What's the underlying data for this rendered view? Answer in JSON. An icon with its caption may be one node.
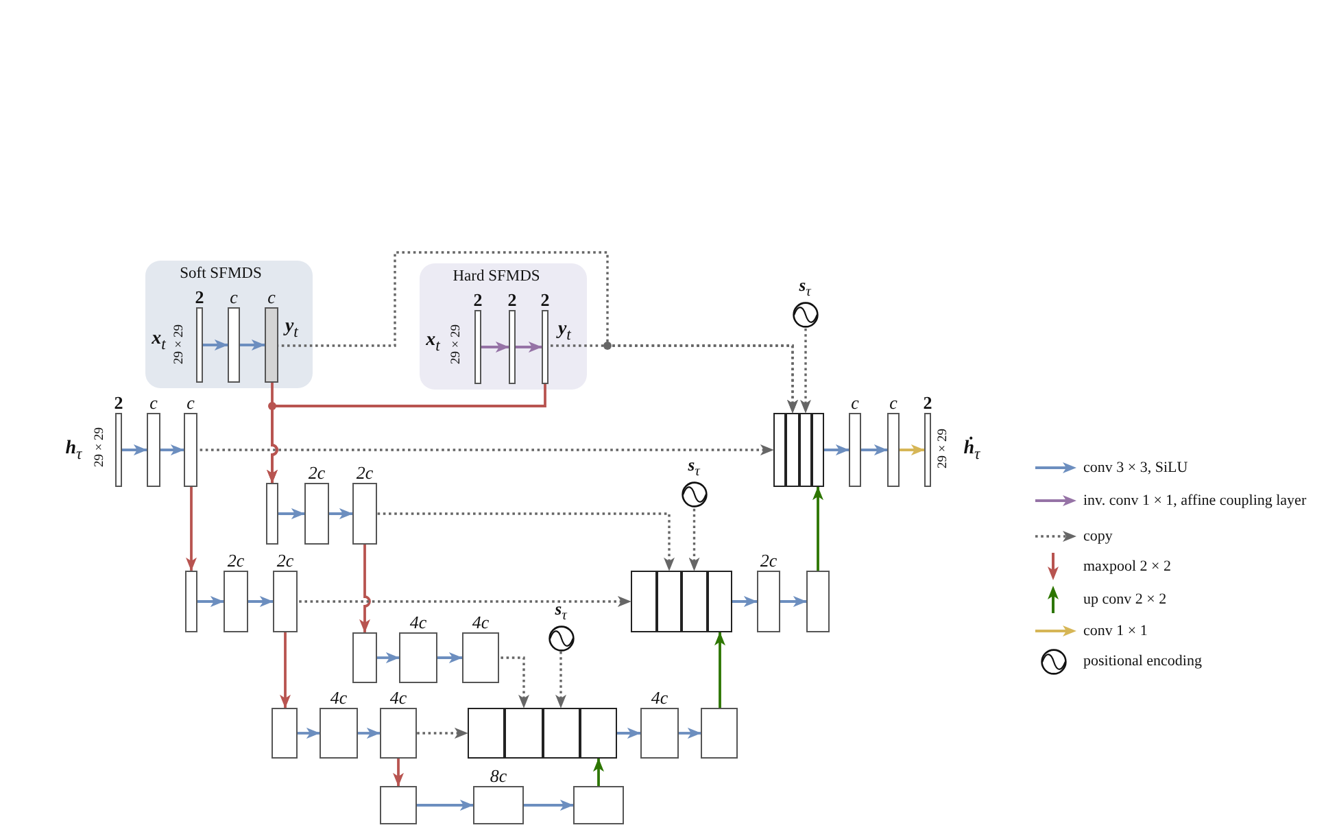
{
  "diagram": {
    "nodes": [
      {
        "text": [
          "Soft SFMDS"
        ]
      },
      {
        "text": [
          "2"
        ],
        "in": 0,
        "beside": [
          "**x**$_{t}$",
          "29 × 29"
        ]
      },
      {
        "text": [
          "c"
        ],
        "in": 0
      },
      {
        "text": [
          "c"
        ],
        "in": 0,
        "beside": [
          "**y**$_{t}$"
        ]
      },
      {
        "text": [
          "Hard SFMDS"
        ]
      },
      {
        "text": [
          "2"
        ],
        "in": 4,
        "beside": [
          "**x**$_{t}$",
          "29 × 29"
        ]
      },
      {
        "text": [
          "2"
        ],
        "in": 4
      },
      {
        "text": [
          "2"
        ],
        "in": 4,
        "beside": [
          "**y**$_{t}$"
        ]
      },
      {
        "text": [
          "**s**$_{τ}$"
        ]
      },
      {
        "text": [
          "2"
        ],
        "beside": [
          "**h**$_{τ}$",
          "29 × 29"
        ]
      },
      {
        "text": [
          "c"
        ]
      },
      {
        "text": [
          "c"
        ]
      },
      {
        "text": [],
        "shape": "box"
      },
      {
        "text": [],
        "shape": "box"
      },
      {
        "text": [],
        "shape": "box"
      },
      {
        "text": [],
        "shape": "box"
      },
      {
        "text": [
          "c"
        ]
      },
      {
        "text": [
          "c"
        ]
      },
      {
        "text": [
          "2"
        ],
        "beside": [
          "29 × 29",
          "**ḣ**$_{τ}$"
        ]
      },
      {
        "text": [],
        "shape": "box"
      },
      {
        "text": [
          "2c"
        ]
      },
      {
        "text": [
          "2c"
        ]
      },
      {
        "text": [
          "**s**$_{τ}$"
        ]
      },
      {
        "text": [],
        "shape": "box"
      },
      {
        "text": [
          "2c"
        ]
      },
      {
        "text": [
          "2c"
        ]
      },
      {
        "text": [],
        "shape": "box"
      },
      {
        "text": [],
        "shape": "box"
      },
      {
        "text": [],
        "shape": "box"
      },
      {
        "text": [],
        "shape": "box"
      },
      {
        "text": [
          "2c"
        ]
      },
      {
        "text": [],
        "shape": "box"
      },
      {
        "text": [],
        "shape": "box"
      },
      {
        "text": [
          "4c"
        ]
      },
      {
        "text": [
          "4c"
        ]
      },
      {
        "text": [
          "**s**$_{τ}$"
        ]
      },
      {
        "text": [],
        "shape": "box"
      },
      {
        "text": [
          "4c"
        ]
      },
      {
        "text": [
          "4c"
        ]
      },
      {
        "text": [],
        "shape": "box"
      },
      {
        "text": [],
        "shape": "box"
      },
      {
        "text": [],
        "shape": "box"
      },
      {
        "text": [],
        "shape": "box"
      },
      {
        "text": [
          "4c"
        ]
      },
      {
        "text": [],
        "shape": "box"
      },
      {
        "text": [],
        "shape": "box"
      },
      {
        "text": [
          "8c"
        ]
      },
      {
        "text": [],
        "shape": "box"
      }
    ],
    "edges": [
      {
        "from": 1,
        "to": 2,
        "arrow": "to"
      },
      {
        "from": 2,
        "to": 3,
        "arrow": "to"
      },
      {
        "from": 5,
        "to": 6,
        "arrow": "to",
        "color": "#9673a6"
      },
      {
        "from": 6,
        "to": 7,
        "arrow": "to",
        "color": "#9673a6"
      },
      {
        "from": 3,
        "to": 13,
        "arrow": "to",
        "style": "dashed",
        "color": "#666666"
      },
      {
        "from": 7,
        "to": 13,
        "arrow": "to",
        "style": "dashed",
        "color": "#666666"
      },
      {
        "from": 8,
        "to": 14,
        "arrow": "to",
        "style": "dashed",
        "color": "#666666"
      },
      {
        "from": 9,
        "to": 10,
        "arrow": "to"
      },
      {
        "from": 10,
        "to": 11,
        "arrow": "to"
      },
      {
        "from": 11,
        "to": 12,
        "arrow": "to",
        "style": "dashed",
        "color": "#666666"
      },
      {
        "from": 15,
        "to": 16,
        "arrow": "to"
      },
      {
        "from": 16,
        "to": 17,
        "arrow": "to"
      },
      {
        "from": 17,
        "to": 18,
        "arrow": "to",
        "color": "#d6b656"
      },
      {
        "from": 3,
        "to": 19,
        "arrow": "to",
        "color": "#b85450"
      },
      {
        "from": 7,
        "to": 19,
        "arrow": "to",
        "color": "#b85450"
      },
      {
        "from": 11,
        "to": 23,
        "arrow": "to",
        "color": "#b85450"
      },
      {
        "from": 19,
        "to": 20,
        "arrow": "to"
      },
      {
        "from": 20,
        "to": 21,
        "arrow": "to"
      },
      {
        "from": 21,
        "to": 27,
        "arrow": "to",
        "style": "dashed",
        "color": "#666666"
      },
      {
        "from": 22,
        "to": 28,
        "arrow": "to",
        "style": "dashed",
        "color": "#666666"
      },
      {
        "from": 21,
        "to": 32,
        "arrow": "to",
        "color": "#b85450"
      },
      {
        "from": 23,
        "to": 24,
        "arrow": "to"
      },
      {
        "from": 24,
        "to": 25,
        "arrow": "to"
      },
      {
        "from": 25,
        "to": 26,
        "arrow": "to",
        "style": "dashed",
        "color": "#666666"
      },
      {
        "from": 29,
        "to": 30,
        "arrow": "to"
      },
      {
        "from": 30,
        "to": 31,
        "arrow": "to"
      },
      {
        "from": 31,
        "to": 15,
        "arrow": "to",
        "color": "#2d7600"
      },
      {
        "from": 25,
        "to": 36,
        "arrow": "to",
        "color": "#b85450"
      },
      {
        "from": 32,
        "to": 33,
        "arrow": "to"
      },
      {
        "from": 33,
        "to": 34,
        "arrow": "to"
      },
      {
        "from": 34,
        "to": 40,
        "arrow": "to",
        "style": "dashed",
        "color": "#666666"
      },
      {
        "from": 35,
        "to": 41,
        "arrow": "to",
        "style": "dashed",
        "color": "#666666"
      },
      {
        "from": 36,
        "to": 37,
        "arrow": "to"
      },
      {
        "from": 37,
        "to": 38,
        "arrow": "to"
      },
      {
        "from": 38,
        "to": 39,
        "arrow": "to",
        "style": "dashed",
        "color": "#666666"
      },
      {
        "from": 42,
        "to": 43,
        "arrow": "to"
      },
      {
        "from": 43,
        "to": 44,
        "arrow": "to"
      },
      {
        "from": 44,
        "to": 29,
        "arrow": "to",
        "color": "#2d7600"
      },
      {
        "from": 38,
        "to": 45,
        "arrow": "to",
        "color": "#b85450"
      },
      {
        "from": 45,
        "to": 46,
        "arrow": "to"
      },
      {
        "from": 46,
        "to": 47,
        "arrow": "to"
      },
      {
        "from": 47,
        "to": 42,
        "arrow": "to",
        "color": "#2d7600"
      }
    ],
    "legend": [
      {
        "text": "conv 3 × 3, SiLU"
      },
      {
        "text": "inv. conv 1 × 1, affine coupling layer"
      },
      {
        "text": "copy"
      },
      {
        "text": "maxpool 2 × 2"
      },
      {
        "text": "up conv 2 × 2"
      },
      {
        "text": "conv 1 × 1"
      },
      {
        "text": "positional encoding"
      }
    ]
  }
}
